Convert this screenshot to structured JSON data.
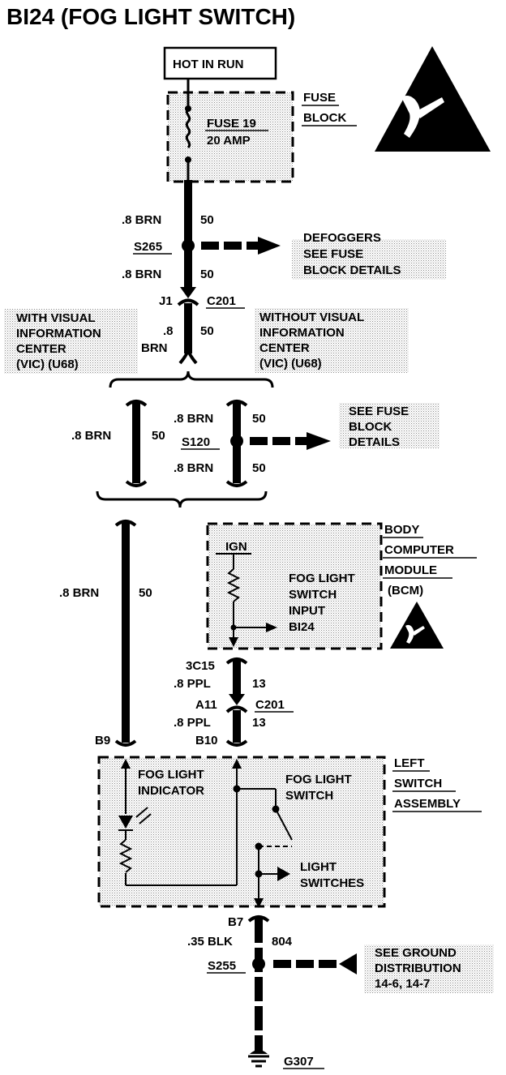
{
  "title": "BI24 (FOG LIGHT SWITCH)",
  "power": "HOT IN RUN",
  "fuse_block": {
    "label_1": "FUSE",
    "label_2": "BLOCK",
    "fuse_name": "FUSE 19",
    "fuse_rating": "20 AMP"
  },
  "wire_top_1": {
    "size": ".8 BRN",
    "circuit": "50"
  },
  "splice_s265": "S265",
  "defoggers_note": [
    "DEFOGGERS",
    "SEE FUSE",
    "BLOCK DETAILS"
  ],
  "wire_top_2": {
    "size": ".8 BRN",
    "circuit": "50"
  },
  "conn_j1": "J1",
  "conn_c201_top": "C201",
  "wire_top_3": {
    "size_1": ".8",
    "size_2": "BRN",
    "circuit": "50"
  },
  "with_vic": [
    "WITH VISUAL",
    "INFORMATION",
    "CENTER",
    "(VIC) (U68)"
  ],
  "without_vic": [
    "WITHOUT VISUAL",
    "INFORMATION",
    "CENTER",
    "(VIC) (U68)"
  ],
  "wire_left_branch": {
    "size": ".8 BRN",
    "circuit": "50"
  },
  "wire_s120_top": {
    "size": ".8 BRN",
    "circuit": "50"
  },
  "splice_s120": "S120",
  "wire_s120_bottom": {
    "size": ".8 BRN",
    "circuit": "50"
  },
  "s120_note": [
    "SEE FUSE",
    "BLOCK",
    "DETAILS"
  ],
  "wire_long": {
    "size": ".8 BRN",
    "circuit": "50"
  },
  "bcm": {
    "label": [
      "BODY",
      "COMPUTER",
      "MODULE",
      "(BCM)"
    ],
    "ign": "IGN",
    "input": [
      "FOG LIGHT",
      "SWITCH",
      "INPUT",
      "BI24"
    ]
  },
  "conn_3c15": "3C15",
  "wire_ppl_1": {
    "size": ".8 PPL",
    "circuit": "13"
  },
  "conn_a11": "A11",
  "conn_c201_mid": "C201",
  "wire_ppl_2": {
    "size": ".8 PPL",
    "circuit": "13"
  },
  "conn_b10": "B10",
  "conn_b9": "B9",
  "switch_assembly": {
    "label": [
      "LEFT",
      "SWITCH",
      "ASSEMBLY"
    ],
    "indicator": [
      "FOG LIGHT",
      "INDICATOR"
    ],
    "switch": [
      "FOG LIGHT",
      "SWITCH"
    ],
    "light_switches": [
      "LIGHT",
      "SWITCHES"
    ]
  },
  "conn_b7": "B7",
  "wire_blk": {
    "size": ".35 BLK",
    "circuit": "804"
  },
  "splice_s255": "S255",
  "ground_note": [
    "SEE GROUND",
    "DISTRIBUTION",
    "14-6, 14-7"
  ],
  "ground": "G307"
}
